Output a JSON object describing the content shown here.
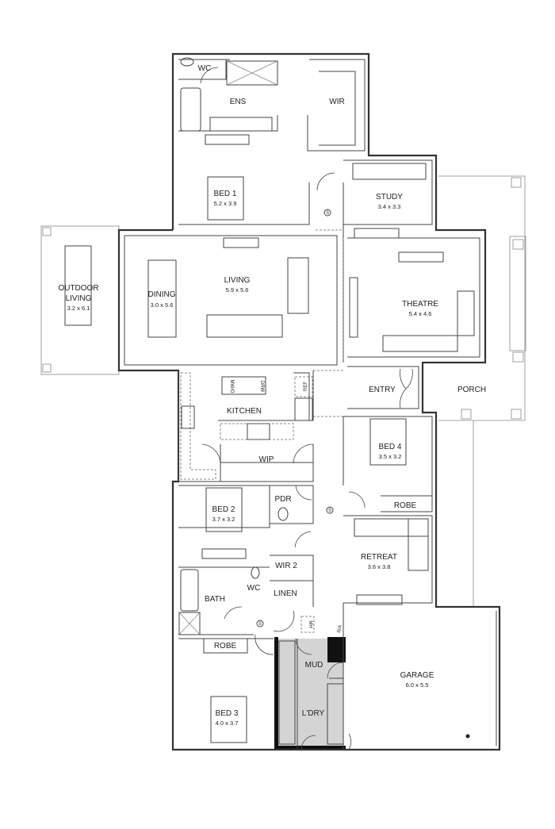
{
  "rooms": {
    "wc1": {
      "name": "WC"
    },
    "ens": {
      "name": "ENS"
    },
    "wir": {
      "name": "WIR"
    },
    "bed1": {
      "name": "BED 1",
      "size": "5.2 x 3.9"
    },
    "study": {
      "name": "STUDY",
      "size": "3.4 x 3.3"
    },
    "outdoor": {
      "name1": "OUTDOOR",
      "name2": "LIVING",
      "size": "3.2 x 6.1"
    },
    "dining": {
      "name": "DINING",
      "size": "3.0 x 5.6"
    },
    "living": {
      "name": "LIVING",
      "size": "5.9 x 5.6"
    },
    "theatre": {
      "name": "THEATRE",
      "size": "5.4 x 4.6"
    },
    "entry": {
      "name": "ENTRY"
    },
    "porch": {
      "name": "PORCH"
    },
    "kitchen": {
      "name": "KITCHEN"
    },
    "wip": {
      "name": "WIP"
    },
    "bed4": {
      "name": "BED 4",
      "size": "3.5 x 3.2"
    },
    "robe4": {
      "name": "ROBE"
    },
    "pdr": {
      "name": "PDR"
    },
    "bed2": {
      "name": "BED 2",
      "size": "3.7 x 3.2"
    },
    "retreat": {
      "name": "RETREAT",
      "size": "3.6 x 3.8"
    },
    "wir2": {
      "name": "WIR 2"
    },
    "bath": {
      "name": "BATH"
    },
    "wc2": {
      "name": "WC"
    },
    "linen": {
      "name": "LINEN"
    },
    "robe3": {
      "name": "ROBE"
    },
    "mud": {
      "name": "MUD"
    },
    "garage": {
      "name": "GARAGE",
      "size": "6.0 x 5.5"
    },
    "bed3": {
      "name": "BED 3",
      "size": "4.0 x 3.7"
    },
    "ldry": {
      "name": "L'DRY"
    }
  },
  "fixtures": {
    "microwave": "MW/O",
    "dishwasher": "DRW",
    "fridge": "REF",
    "manhole": "MH",
    "return_air": "R/A",
    "smoke_detector": "S"
  },
  "colors": {
    "wall": "#333333",
    "wet_area": "#d4d4d4",
    "black_wall": "#111111"
  }
}
